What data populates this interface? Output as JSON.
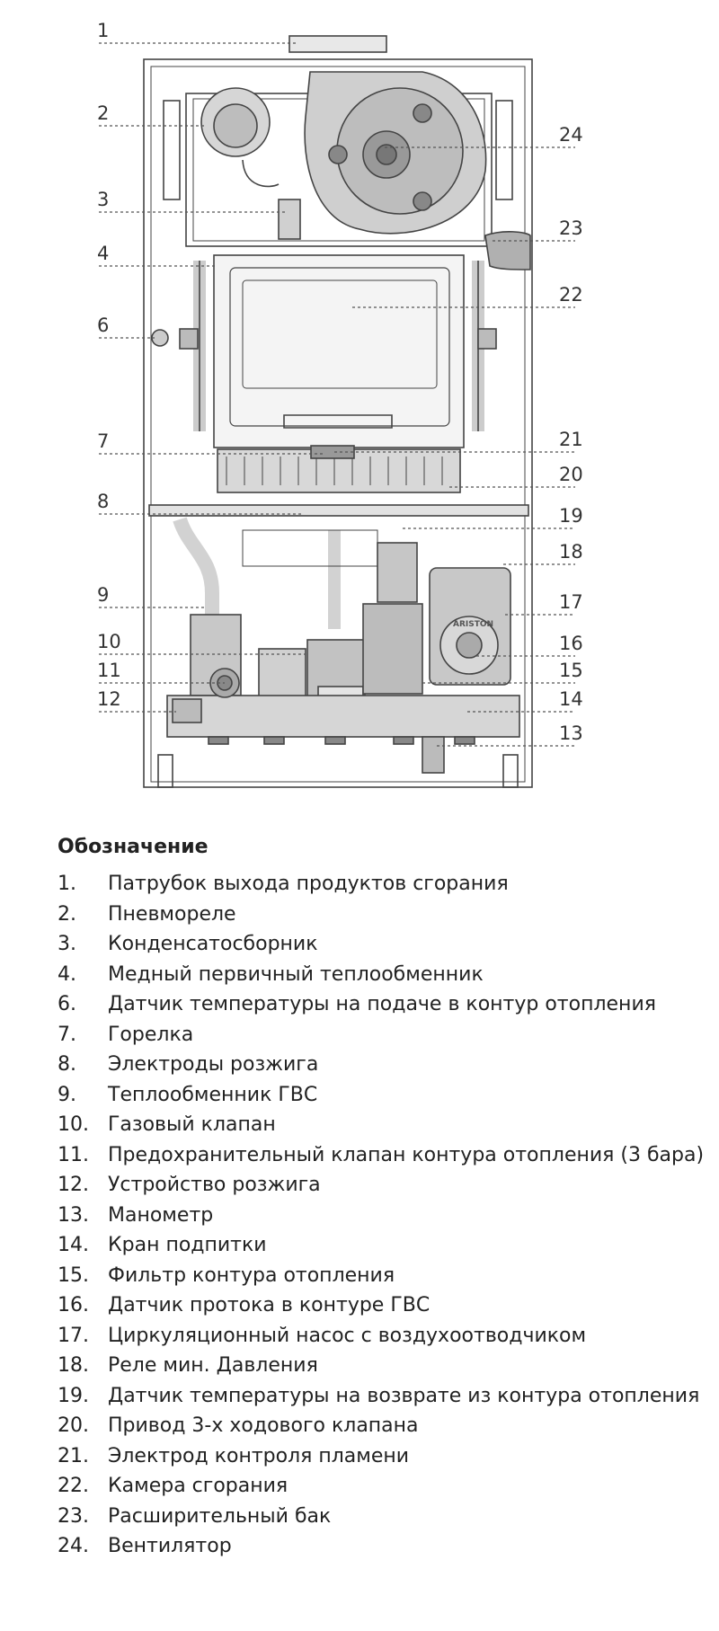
{
  "diagram": {
    "brand": "ARISTON",
    "callouts_left": [
      "1",
      "2",
      "3",
      "4",
      "6",
      "7",
      "8",
      "9",
      "10",
      "11",
      "12"
    ],
    "callouts_right": [
      "24",
      "23",
      "22",
      "21",
      "20",
      "19",
      "18",
      "17",
      "16",
      "15",
      "14",
      "13"
    ]
  },
  "legend": {
    "title": "Обозначение",
    "items": [
      {
        "num": "1.",
        "text": "Патрубок выхода продуктов сгорания"
      },
      {
        "num": "2.",
        "text": "Пневмореле"
      },
      {
        "num": "3.",
        "text": "Конденсатосборник"
      },
      {
        "num": "4.",
        "text": "Медный первичный теплообменник"
      },
      {
        "num": "6.",
        "text": "Датчик температуры на подаче в контур отопления"
      },
      {
        "num": "7.",
        "text": "Горелка"
      },
      {
        "num": "8.",
        "text": "Электроды розжига"
      },
      {
        "num": "9.",
        "text": "Теплообменник ГВС"
      },
      {
        "num": "10.",
        "text": "Газовый клапан"
      },
      {
        "num": "11.",
        "text": "Предохранительный клапан контура отопления (3 бара)"
      },
      {
        "num": "12.",
        "text": "Устройство розжига"
      },
      {
        "num": "13.",
        "text": "Манометр"
      },
      {
        "num": "14.",
        "text": "Кран подпитки"
      },
      {
        "num": "15.",
        "text": "Фильтр контура отопления"
      },
      {
        "num": "16.",
        "text": "Датчик протока в контуре  ГВС"
      },
      {
        "num": "17.",
        "text": "Циркуляционный насос с воздухоотводчиком"
      },
      {
        "num": "18.",
        "text": "Реле мин. Давления"
      },
      {
        "num": "19.",
        "text": "Датчик температуры на возврате из контура отопления"
      },
      {
        "num": "20.",
        "text": "Привод 3-х ходового  клапана"
      },
      {
        "num": "21.",
        "text": "Электрод контроля пламени"
      },
      {
        "num": "22.",
        "text": "Камера сгорания"
      },
      {
        "num": "23.",
        "text": "Расширительный бак"
      },
      {
        "num": "24.",
        "text": "Вентилятор"
      }
    ]
  }
}
